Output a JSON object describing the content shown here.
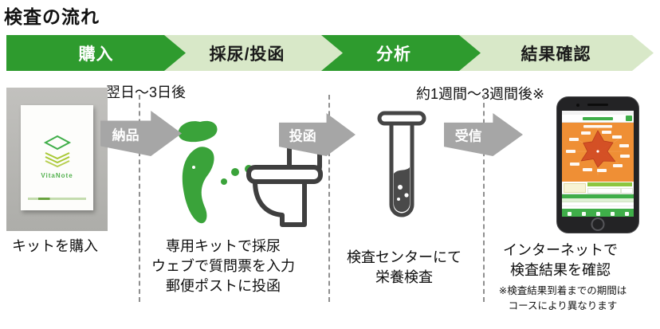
{
  "title": "検査の流れ",
  "steps": [
    "購入",
    "採尿/投函",
    "分析",
    "結果確認"
  ],
  "timeline": {
    "first": "翌日〜3日後",
    "second": "約1週間〜3週間後※"
  },
  "arrows": [
    "納品",
    "投函",
    "受信"
  ],
  "captions": {
    "step1": [
      "キットを購入"
    ],
    "step2": [
      "専用キットで採尿",
      "ウェブで質問票を入力",
      "郵便ポストに投函"
    ],
    "step3": [
      "検査センターにて",
      "栄養検査"
    ],
    "step4": [
      "インターネットで",
      "検査結果を確認"
    ],
    "footnote": [
      "※検査結果到着までの期間は",
      "コースにより異なります"
    ]
  },
  "kit_box": {
    "brand": "VitaNote"
  },
  "icons": {
    "kit": "vitanote-kit-photo",
    "collection": "person-and-toilet-icon",
    "analysis": "test-tube-icon",
    "result": "smartphone-result-screen"
  },
  "colors": {
    "step_dark_green": "#2e9b2e",
    "step_light_green": "#d8e8c8",
    "arrow_gray": "#a6a6a6",
    "figure_green": "#3aa33a",
    "outline_gray": "#454545",
    "app_green": "#3fae49",
    "screen_orange": "#ef8f35",
    "radar_red": "#d14b24"
  }
}
